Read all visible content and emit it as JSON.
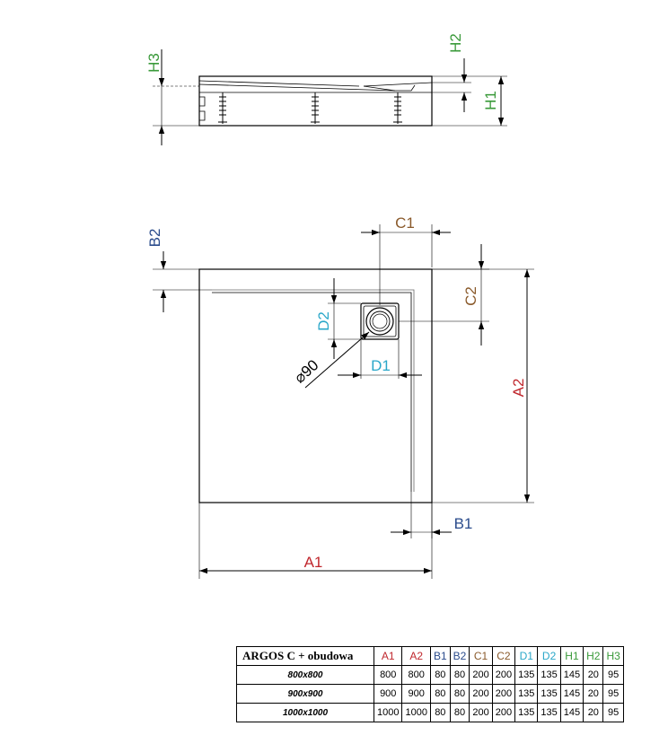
{
  "colors": {
    "A": "#c0272d",
    "B": "#2b4c8c",
    "C": "#8a5a2b",
    "D": "#2aa7c9",
    "H": "#3a9a3a",
    "line": "#000000"
  },
  "labels": {
    "A1": "A1",
    "A2": "A2",
    "B1": "B1",
    "B2": "B2",
    "C1": "C1",
    "C2": "C2",
    "D1": "D1",
    "D2": "D2",
    "H1": "H1",
    "H2": "H2",
    "H3": "H3",
    "diameter": "⌀90"
  },
  "table": {
    "title": "ARGOS C + obudowa",
    "headers": [
      "A1",
      "A2",
      "B1",
      "B2",
      "C1",
      "C2",
      "D1",
      "D2",
      "H1",
      "H2",
      "H3"
    ],
    "rows": [
      {
        "size": "800x800",
        "values": [
          "800",
          "800",
          "80",
          "80",
          "200",
          "200",
          "135",
          "135",
          "145",
          "20",
          "95"
        ]
      },
      {
        "size": "900x900",
        "values": [
          "900",
          "900",
          "80",
          "80",
          "200",
          "200",
          "135",
          "135",
          "145",
          "20",
          "95"
        ]
      },
      {
        "size": "1000x1000",
        "values": [
          "1000",
          "1000",
          "80",
          "80",
          "200",
          "200",
          "135",
          "135",
          "145",
          "20",
          "95"
        ]
      }
    ]
  }
}
